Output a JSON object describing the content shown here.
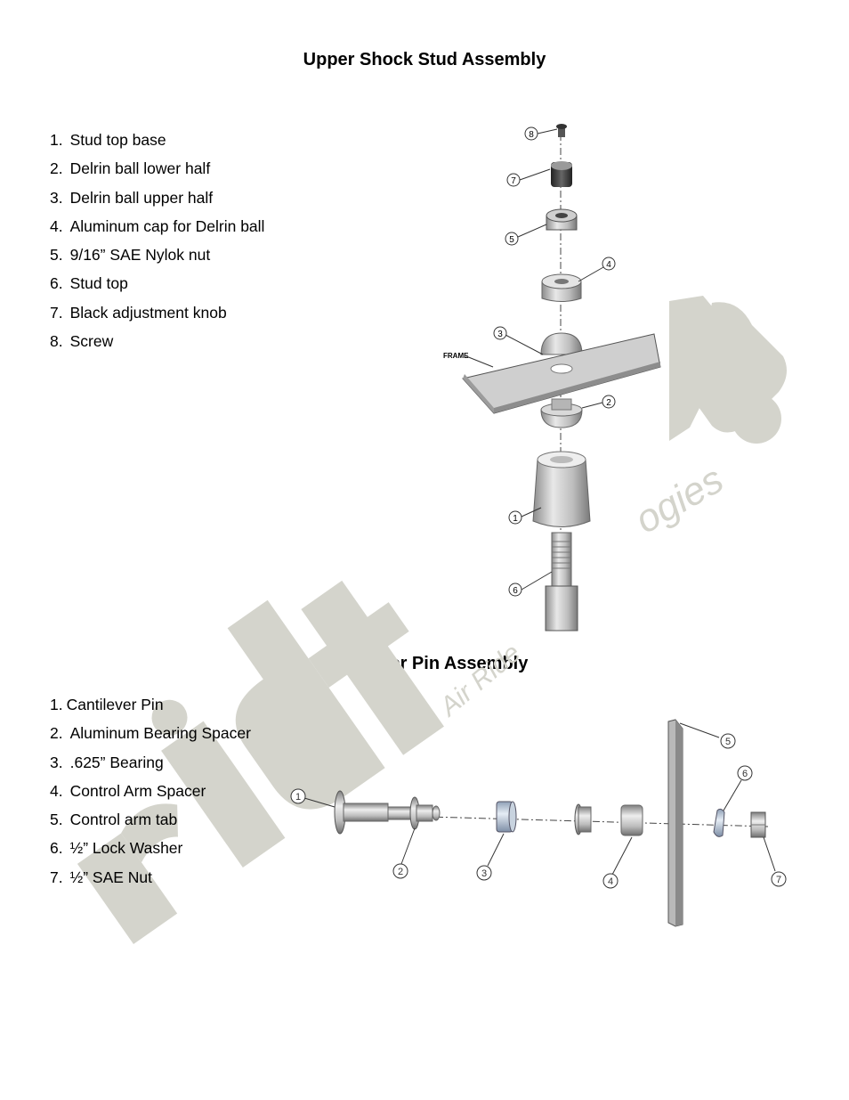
{
  "upper_section": {
    "title": "Upper Shock Stud Assembly",
    "parts": [
      {
        "num": "1.",
        "name": "Stud top base"
      },
      {
        "num": "2.",
        "name": "Delrin ball lower half"
      },
      {
        "num": "3.",
        "name": "Delrin ball upper half"
      },
      {
        "num": "4.",
        "name": "Aluminum cap for Delrin ball"
      },
      {
        "num": "5.",
        "name": "9/16” SAE Nylok nut"
      },
      {
        "num": "6.",
        "name": "Stud top"
      },
      {
        "num": "7.",
        "name": "Black adjustment knob"
      },
      {
        "num": "8.",
        "name": "Screw"
      }
    ],
    "diagram": {
      "frame_label": "FRAME",
      "callouts": [
        "8",
        "7",
        "5",
        "4",
        "3",
        "2",
        "1",
        "6"
      ]
    }
  },
  "lower_section": {
    "title": "Cantilever Pin Assembly",
    "parts": [
      {
        "num": "1.",
        "name": "Cantilever Pin"
      },
      {
        "num": "2.",
        "name": "Aluminum Bearing Spacer"
      },
      {
        "num": "3.",
        "name": ".625” Bearing"
      },
      {
        "num": "4.",
        "name": "Control Arm Spacer"
      },
      {
        "num": "5.",
        "name": "Control arm tab"
      },
      {
        "num": "6.",
        "name": "½” Lock Washer"
      },
      {
        "num": "7.",
        "name": "½” SAE Nut"
      }
    ],
    "diagram": {
      "callouts": [
        "1",
        "2",
        "3",
        "4",
        "5",
        "6",
        "7"
      ]
    }
  },
  "watermark": {
    "text_main": "rid",
    "text_arc": "Air Ride",
    "text_side": "ogies",
    "color": "#d4d4cc"
  }
}
